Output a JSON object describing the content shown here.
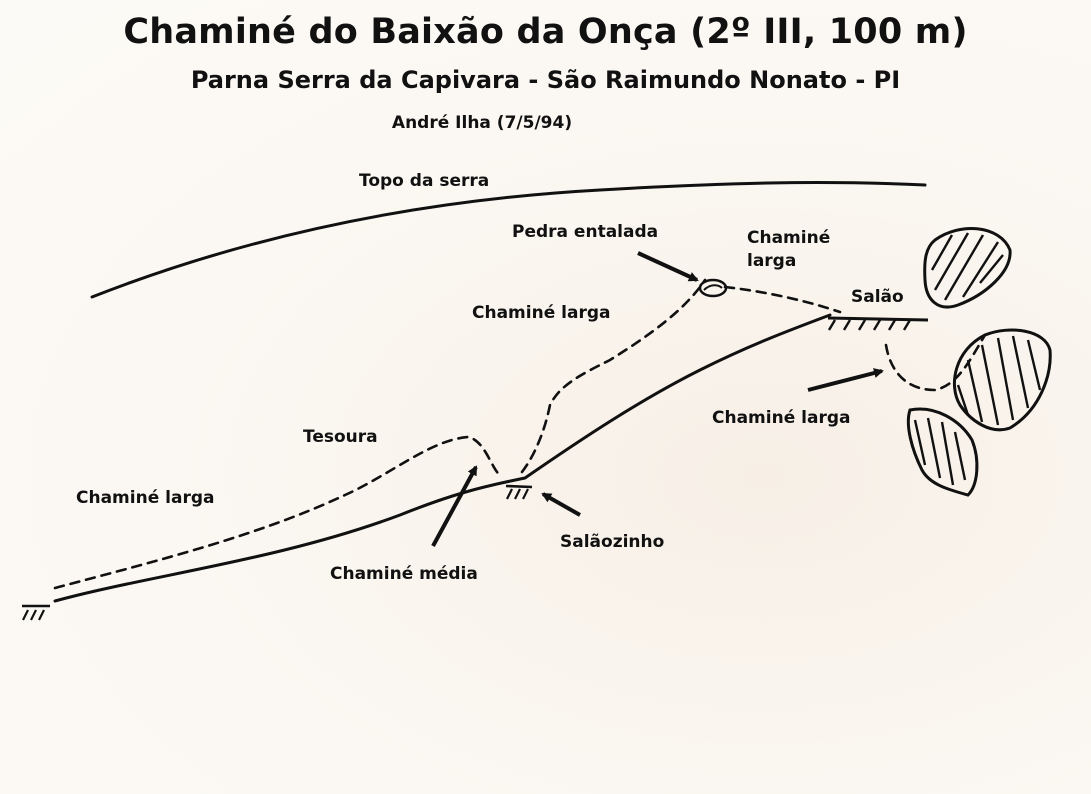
{
  "header": {
    "title": "Chaminé do Baixão da Onça (2º III, 100 m)",
    "subtitle": "Parna Serra da Capivara - São Raimundo Nonato - PI",
    "author": "André Ilha (7/5/94)"
  },
  "labels": {
    "topo": "Topo da serra",
    "pedra": "Pedra entalada",
    "chamine_larga_top_1": "Chaminé",
    "chamine_larga_top_2": "larga",
    "salao": "Salão",
    "chamine_larga_mid": "Chaminé larga",
    "chamine_larga_right": "Chaminé larga",
    "tesoura": "Tesoura",
    "chamine_larga_left": "Chaminé larga",
    "salaozinho": "Salãozinho",
    "chamine_media": "Chaminé média"
  },
  "colors": {
    "ink": "#111111",
    "paper": "#fbf8f3"
  }
}
